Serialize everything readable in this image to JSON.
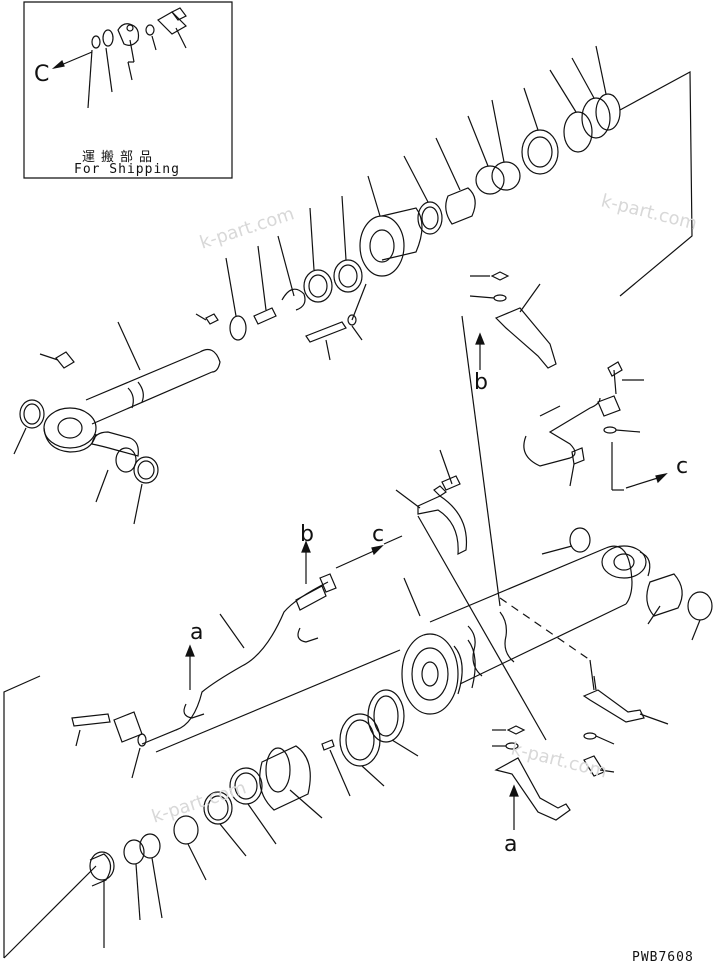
{
  "inset": {
    "title_jp": "運搬部品",
    "title_en": "For Shipping",
    "ref_c": "C"
  },
  "references": {
    "b_top": "b",
    "c_right": "c",
    "b_mid": "b",
    "c_mid": "c",
    "a_left": "a",
    "a_right": "a"
  },
  "watermarks": [
    "k-part.com",
    "k-part.com",
    "k-part.com",
    "k-part.com"
  ],
  "drawing_code": "PWB7608",
  "colors": {
    "line": "#111111",
    "watermark": "#d8d8d8",
    "background": "#ffffff"
  }
}
